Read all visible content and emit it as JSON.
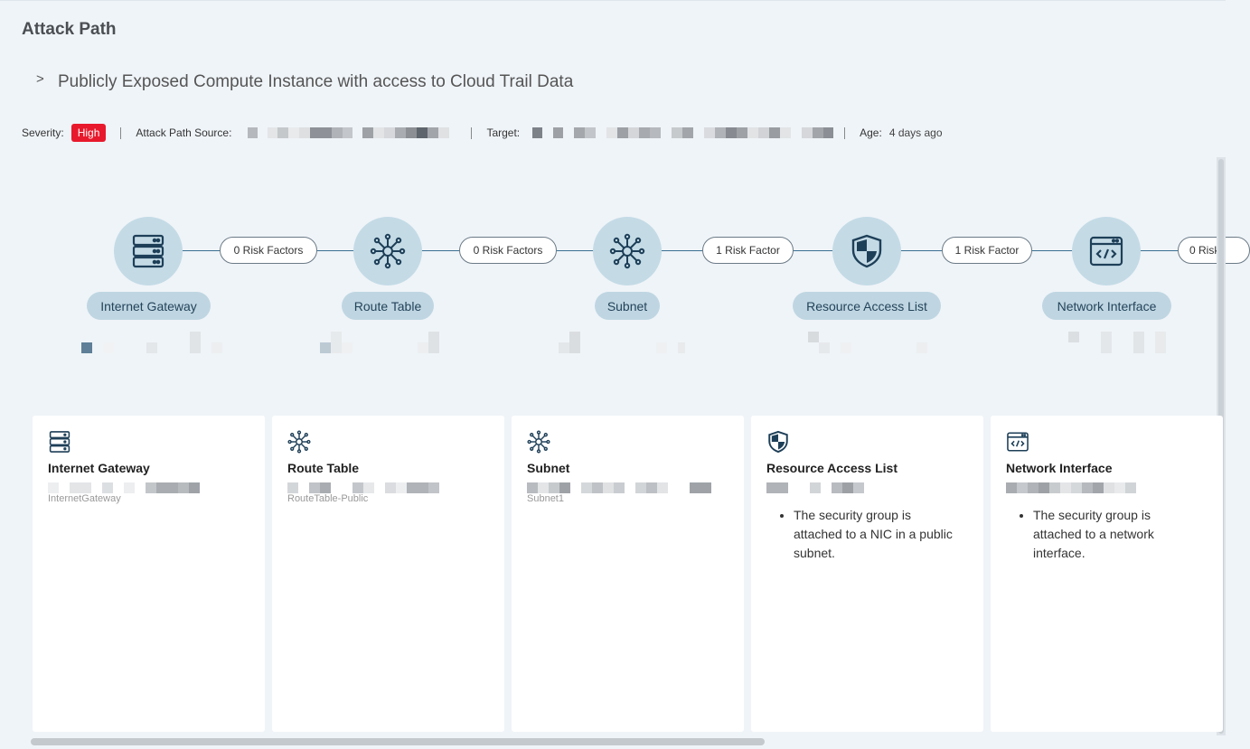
{
  "page": {
    "title": "Attack Path"
  },
  "path": {
    "chevron": ">",
    "title": "Publicly Exposed Compute Instance with access to Cloud Trail Data"
  },
  "meta": {
    "severity_label": "Severity:",
    "severity_value": "High",
    "source_label": "Attack Path Source:",
    "target_label": "Target:",
    "age_label": "Age:",
    "age_value": "4 days ago",
    "colors": {
      "severity_high": "#e8192c"
    }
  },
  "flow": {
    "nodes": [
      {
        "label": "Internet Gateway",
        "icon": "server-stack-icon"
      },
      {
        "label": "Route Table",
        "icon": "network-hub-icon"
      },
      {
        "label": "Subnet",
        "icon": "network-hub-icon"
      },
      {
        "label": "Resource Access List",
        "icon": "shield-icon"
      },
      {
        "label": "Network Interface",
        "icon": "code-window-icon"
      }
    ],
    "risks": [
      "0 Risk Factors",
      "0 Risk Factors",
      "1 Risk Factor",
      "1 Risk Factor",
      "0 Risk"
    ]
  },
  "cards": [
    {
      "title": "Internet Gateway",
      "icon": "server-stack-icon",
      "subtitle": "InternetGateway",
      "bullets": []
    },
    {
      "title": "Route Table",
      "icon": "network-hub-icon",
      "subtitle": "RouteTable-Public",
      "bullets": []
    },
    {
      "title": "Subnet",
      "icon": "network-hub-icon",
      "subtitle": "Subnet1",
      "bullets": []
    },
    {
      "title": "Resource Access List",
      "icon": "shield-icon",
      "subtitle": "",
      "bullets": [
        "The security group is attached to a NIC in a public subnet."
      ]
    },
    {
      "title": "Network Interface",
      "icon": "code-window-icon",
      "subtitle": "",
      "bullets": [
        "The security group is attached to a network interface."
      ]
    }
  ]
}
